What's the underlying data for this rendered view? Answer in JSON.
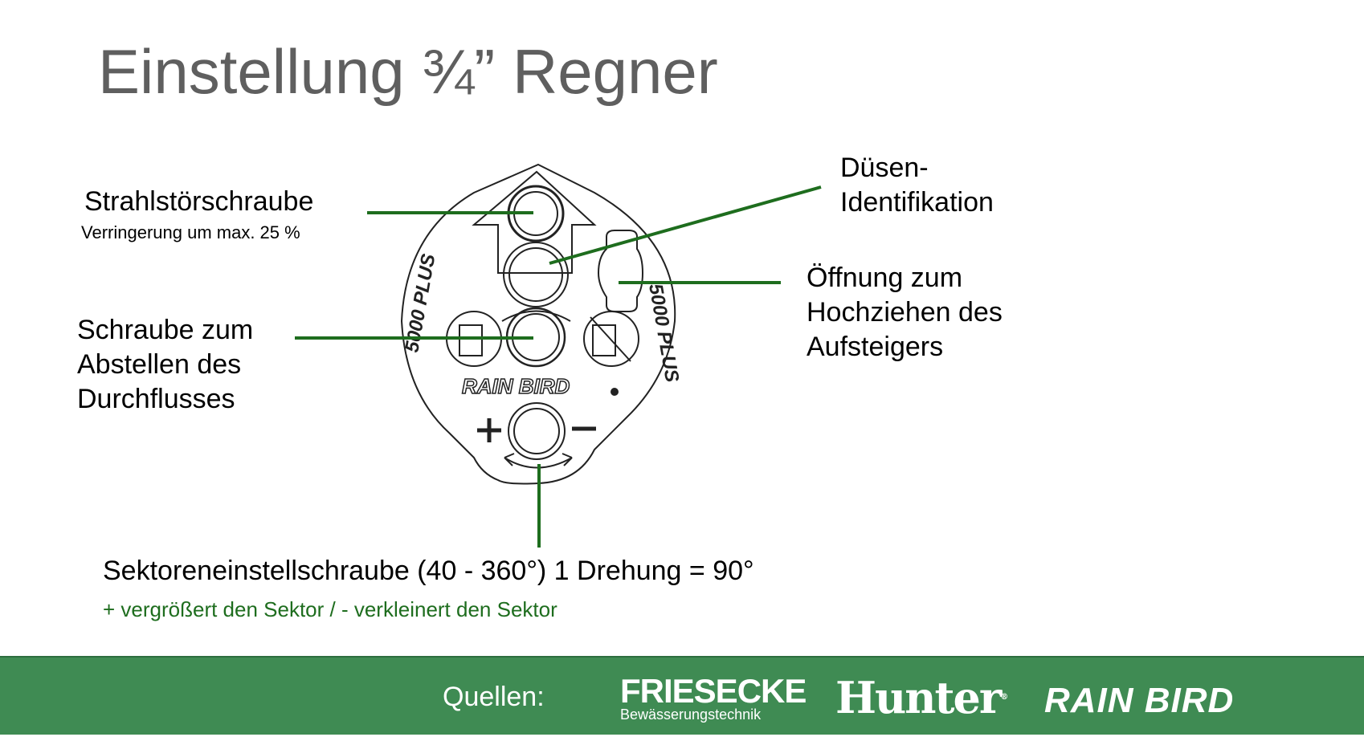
{
  "title": "Einstellung ¾” Regner",
  "labels": {
    "strahl": "Strahlstörschraube",
    "strahl_sub": "Verringerung um max. 25 %",
    "schraube": [
      "Schraube zum",
      "Abstellen des",
      "Durchflusses"
    ],
    "duesen": [
      "Düsen-",
      "Identifikation"
    ],
    "oeffnung": [
      "Öffnung zum",
      "Hochziehen des",
      "Aufsteigers"
    ],
    "sektor": "Sektoreneinstellschraube (40 - 360°) 1 Drehung = 90°",
    "sektor_sub": "+ vergrößert den Sektor / - verkleinert den Sektor"
  },
  "diagram_text": {
    "model_left": "5000 PLUS",
    "model_right": "5000 PLUS",
    "brand": "RAIN BIRD",
    "plus": "+",
    "minus": "−"
  },
  "footer": {
    "sources_label": "Quellen:",
    "logo_friesecke": "FRIESECKE",
    "logo_friesecke_sub": "Bewässerungstechnik",
    "logo_hunter": "Hunter",
    "logo_rainbird": "RAIN BIRD"
  },
  "colors": {
    "arrow": "#1e6d1e",
    "footer": "#3f8b53",
    "title": "#5f5f5f"
  }
}
